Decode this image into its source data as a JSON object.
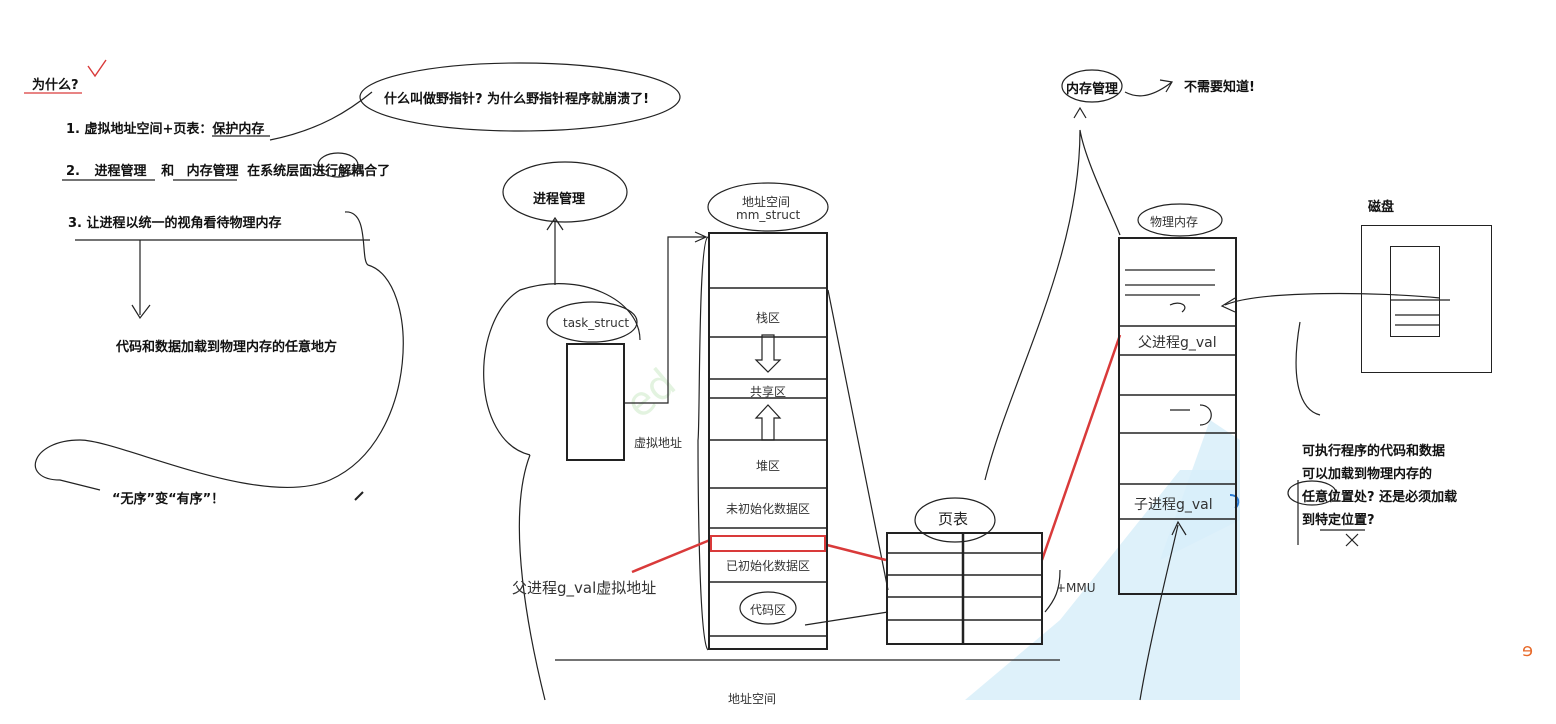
{
  "left_notes": {
    "why": "为什么?",
    "point1_prefix": "1. 虚拟地址空间+页表：",
    "point1_highlight": "保护内存",
    "point2_num": "2.",
    "point2_a": "进程管理",
    "point2_and": "和",
    "point2_b": "内存管理",
    "point2_rest": "在系统层面进行解耦合了",
    "point3": "3.  让进程以统一的视角看待物理内存",
    "load_anywhere": "代码和数据加载到物理内存的任意地方",
    "disorder": "“无序”变“有序”！"
  },
  "wild_pointer_question": "什么叫做野指针? 为什么野指针程序就崩溃了!",
  "process_mgmt": "进程管理",
  "task_struct": "task_struct",
  "addr_space": {
    "title_cn": "地址空间",
    "title_en": "mm_struct",
    "virtual_addr_label": "虚拟地址",
    "segments": [
      "栈区",
      "共享区",
      "堆区",
      "未初始化数据区",
      "已初始化数据区",
      "代码区"
    ],
    "bottom_label": "地址空间"
  },
  "parent_vaddr_label": "父进程g_val虚拟地址",
  "page_table_label": "页表",
  "mmu_label": "+MMU",
  "top_right": {
    "mem_mgmt": "内存管理",
    "no_need": "不需要知道!"
  },
  "phys_mem": {
    "title": "物理内存",
    "parent_gval": "父进程g_val",
    "child_gval": "子进程g_val"
  },
  "disk_label": "磁盘",
  "right_question": {
    "line1": "可执行程序的代码和数据",
    "line2": "可以加载到物理内存的",
    "line3": "任意位置处? 还是必须加载",
    "line4": "到特定位置?",
    "answer_mark": "X"
  },
  "colors": {
    "ink": "#222222",
    "highlight_red": "#d93a3a",
    "watermark_blue": "#bfe3f7"
  }
}
